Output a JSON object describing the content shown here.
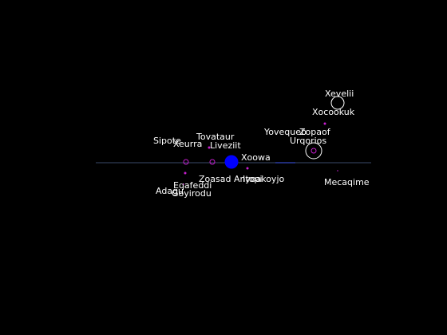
{
  "colors": {
    "background": "#000000",
    "label": "#ffffff",
    "plane": "#3a4a6a",
    "star": "#0000ff",
    "planet": "#c81ed0",
    "orbit_marker": "#ffffff"
  },
  "star": {
    "name": "Xoowa",
    "icon": "star-icon"
  },
  "bodies": [
    {
      "name": "Xevelii",
      "kind": "ring"
    },
    {
      "name": "Xocookuk",
      "kind": "planet"
    },
    {
      "name": "Yovequeb",
      "kind": "planet"
    },
    {
      "name": "Zopaof",
      "kind": "ring-planet"
    },
    {
      "name": "Urqorios",
      "kind": "planet"
    },
    {
      "name": "Tovataur",
      "kind": "planet"
    },
    {
      "name": "Sipote",
      "kind": "planet"
    },
    {
      "name": "Xeurra",
      "kind": "planet-hollow"
    },
    {
      "name": "Liveziit",
      "kind": "planet-hollow"
    },
    {
      "name": "Zoasad",
      "kind": "planet"
    },
    {
      "name": "Antopi",
      "kind": "planet"
    },
    {
      "name": "Iyoakoyjo",
      "kind": "planet"
    },
    {
      "name": "Mecaqime",
      "kind": "planet"
    },
    {
      "name": "Eqafeddi",
      "kind": "planet"
    },
    {
      "name": "Adagu",
      "kind": "planet"
    },
    {
      "name": "Goyirodu",
      "kind": "planet"
    }
  ]
}
